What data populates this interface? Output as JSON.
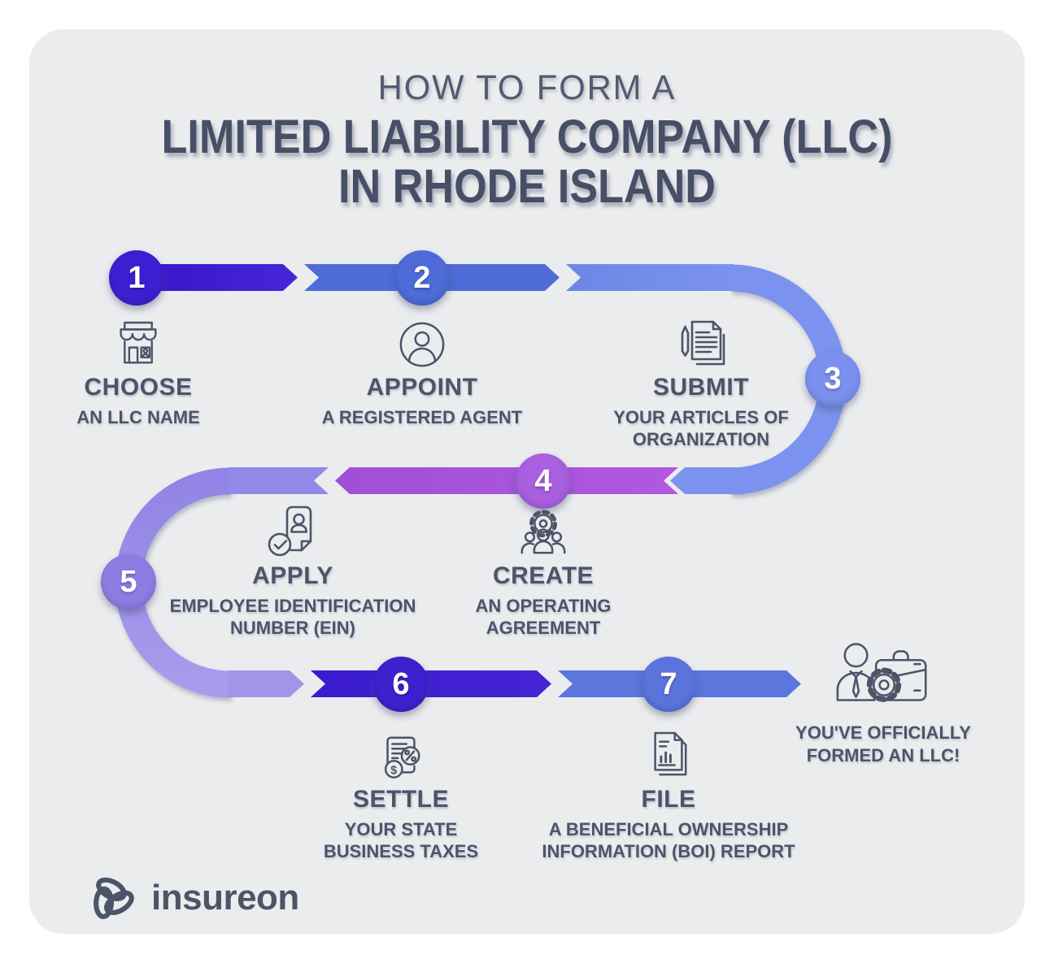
{
  "card": {
    "background": "#ebecee",
    "page_background": "#ffffff"
  },
  "header": {
    "eyebrow": "HOW TO FORM A",
    "title_line1": "LIMITED LIABILITY COMPANY (LLC)",
    "title_line2": "IN RHODE ISLAND",
    "text_color": "#474f66"
  },
  "steps": [
    {
      "num": "1",
      "title": "CHOOSE",
      "subtitle": "AN LLC NAME",
      "icon": "storefront-icon",
      "color": "#3e1ed2"
    },
    {
      "num": "2",
      "title": "APPOINT",
      "subtitle": "A REGISTERED AGENT",
      "icon": "person-icon",
      "color": "#4e6bd8"
    },
    {
      "num": "3",
      "title": "SUBMIT",
      "subtitle": "YOUR ARTICLES OF\nORGANIZATION",
      "icon": "documents-pen-icon",
      "color": "#7b90ee"
    },
    {
      "num": "4",
      "title": "CREATE",
      "subtitle": "AN OPERATING\nAGREEMENT",
      "icon": "team-gear-icon",
      "color": "#a95fe0"
    },
    {
      "num": "5",
      "title": "APPLY",
      "subtitle": "EMPLOYEE IDENTIFICATION\nNUMBER (EIN)",
      "icon": "application-check-icon",
      "color": "#8d7de3"
    },
    {
      "num": "6",
      "title": "SETTLE",
      "subtitle": "YOUR STATE\nBUSINESS TAXES",
      "icon": "tax-receipt-icon",
      "color": "#3e20ce"
    },
    {
      "num": "7",
      "title": "FILE",
      "subtitle": "A BENEFICIAL OWNERSHIP\nINFORMATION (BOI) REPORT",
      "icon": "boi-report-icon",
      "color": "#5b74dc"
    }
  ],
  "finale": {
    "message": "YOU'VE OFFICIALLY\nFORMED AN LLC!",
    "icon": "businessman-briefcase-gear-icon"
  },
  "footer": {
    "brand": "insureon",
    "logo_icon": "insureon-knot-icon"
  },
  "palette": {
    "indigo": "#3c1bd0",
    "royal_blue": "#4e6bd8",
    "periwinkle": "#7b93ee",
    "orchid": "#a958dc",
    "light_purple": "#9488e6",
    "deep_indigo": "#3e20ce",
    "blue": "#5b76dd",
    "icon_stroke": "#4d5468"
  }
}
